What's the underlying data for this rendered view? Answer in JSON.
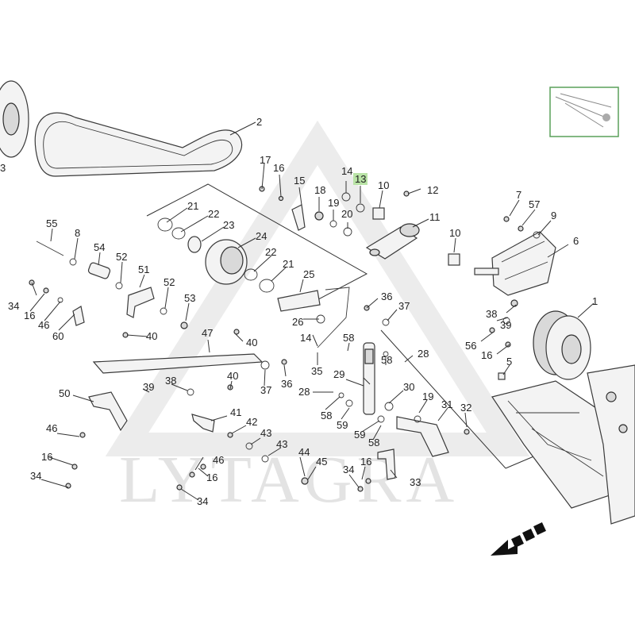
{
  "watermark": "LYTAGRA",
  "highlight_color": "#b9e3a6",
  "inset_border_color": "#5aa05a",
  "labels": {
    "l2": "2",
    "l17": "17",
    "l16a": "16",
    "l15": "15",
    "l18": "18",
    "l14a": "14",
    "l13": "13",
    "l19a": "19",
    "l20": "20",
    "l10a": "10",
    "l12": "12",
    "l11": "11",
    "l21a": "21",
    "l22a": "22",
    "l23": "23",
    "l24": "24",
    "l22b": "22",
    "l21b": "21",
    "l55": "55",
    "l8": "8",
    "l54": "54",
    "l52a": "52",
    "l51": "51",
    "l52b": "52",
    "l53": "53",
    "l34a": "34",
    "l16b": "16",
    "l46a": "46",
    "l60": "60",
    "l40a": "40",
    "l47": "47",
    "l40b": "40",
    "l40c": "40",
    "l37a": "37",
    "l25": "25",
    "l26": "26",
    "l14b": "14",
    "l35": "35",
    "l36a": "36",
    "l37b": "37",
    "l58a": "58",
    "l28a": "28",
    "l29": "29",
    "l58b": "58",
    "l36b": "36",
    "l30": "30",
    "l28b": "28",
    "l58c": "58",
    "l59a": "59",
    "l59b": "59",
    "l58d": "58",
    "l19b": "19",
    "l31": "31",
    "l32": "32",
    "l7": "7",
    "l57": "57",
    "l9": "9",
    "l10b": "10",
    "l6": "6",
    "l1": "1",
    "l38a": "38",
    "l39a": "39",
    "l56": "56",
    "l16c": "16",
    "l5": "5",
    "l50": "50",
    "l39b": "39",
    "l38b": "38",
    "l41": "41",
    "l42": "42",
    "l43a": "43",
    "l43b": "43",
    "l44": "44",
    "l45": "45",
    "l16d": "16",
    "l34b": "34",
    "l33": "33",
    "l46b": "46",
    "l46c": "46",
    "l16e": "16",
    "l16f": "16",
    "l34c": "34",
    "l34d": "34",
    "l3": "3"
  }
}
